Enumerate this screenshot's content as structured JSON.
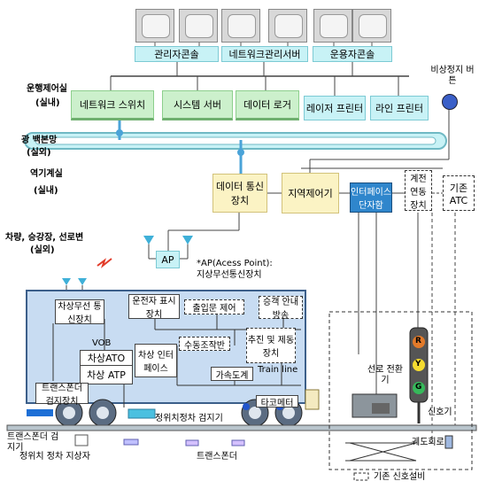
{
  "consoles": {
    "manager": "관리자콘솔",
    "network_manager": "네트워크관리서버",
    "operator": "운용자콘솔"
  },
  "regions": {
    "control_room": "운행제어실",
    "indoor1": "(실내)",
    "fiber_backbone": "광 백본망",
    "outdoor1": "(실외)",
    "station_room": "역기계실",
    "indoor2": "(실내)",
    "vehicle_area": "차량, 승강장, 선로변",
    "outdoor2": "(실외)"
  },
  "control_devices": {
    "network_switch": "네트워크 스위치",
    "system_server": "시스템 서버",
    "data_logger": "데이터 로거",
    "laser_printer": "레이저 프린터",
    "line_printer": "라인 프린터",
    "emergency_stop": "비상정지 버튼"
  },
  "station_devices": {
    "data_comm": "데이터 통신장치",
    "zone_controller": "지역제어기",
    "interface_terminal": "인터페이스 단자함",
    "interlocking": "계전 연동 장치",
    "existing_atc": "기존 ATC"
  },
  "wayside": {
    "ap": "AP",
    "ap_note_line1": "*AP(Acess Point):",
    "ap_note_line2": "지상무선통신장치"
  },
  "train": {
    "onboard_radio": "차상무선 통신장치",
    "driver_display": "운전자 표시장치",
    "door_control": "출입문 제어",
    "passenger_info": "승객 안내방송",
    "vob": "VOB",
    "onboard_ato": "차상ATO",
    "onboard_interface": "차상 인터 페이스",
    "manual_panel": "수동조작반",
    "propulsion": "추진 및 제동 장치",
    "onboard_atp": "차상 ATP",
    "accel": "가속도계",
    "train_line": "Train line",
    "transponder_detector": "트랜스폰더 검지장치",
    "tachometer": "타코메터",
    "stop_detector": "정위치정차 검지기"
  },
  "track": {
    "point_machine": "선로 전환기",
    "signal": "신호기",
    "track_circuit": "궤도회로",
    "transponder_detector_ground": "트랜스폰더 검지기",
    "stop_wayside": "정위치 정차 지상자",
    "transponder": "트랜스폰더",
    "legend_existing": "기존 신호설비",
    "signal_lamps": [
      "R",
      "Y",
      "G"
    ]
  },
  "colors": {
    "green": "#ccf0cc",
    "cyan": "#c8f2f6",
    "yellow": "#fbf3c4",
    "train_body": "#c8dcf2",
    "ring": "#c8f2f6"
  }
}
